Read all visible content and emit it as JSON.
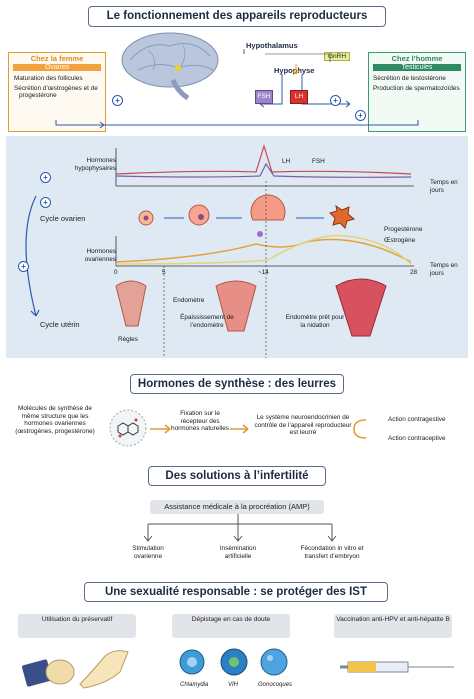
{
  "section1": {
    "title": "Le fonctionnement des appareils reproducteurs",
    "femme_header": "Chez la femme",
    "ovaires": "Ovaires",
    "femme_items": [
      "Maturation des follicules",
      "Sécrétion d’œstrogènes et de progestérone"
    ],
    "homme_header": "Chez l’homme",
    "testicules": "Testicules",
    "homme_items": [
      "Sécrétion de testostérone",
      "Production de spermatozoïdes"
    ],
    "hypothalamus": "Hypothalamus",
    "gnrh": "GnRH",
    "hypophyse": "Hypophyse",
    "fsh": "FSH",
    "lh": "LH"
  },
  "cycle": {
    "hormones_hypophysaires": "Hormones hypophysaires",
    "lh_label": "LH",
    "fsh_label": "FSH",
    "temps_label": "Temps en jours",
    "cycle_ovarien": "Cycle ovarien",
    "progesterone": "Progestérone",
    "oestrogene": "Œstrogène",
    "hormones_ovariennes": "Hormones ovariennes",
    "ticks": [
      "0",
      "5",
      "~14",
      "28"
    ],
    "cycle_uterin": "Cycle utérin",
    "endometre": "Endomètre",
    "epaississement": "Épaississement de l’endomètre",
    "endometre_pret": "Endomètre prêt pour la nidation",
    "regles": "Règles"
  },
  "section2": {
    "title": "Hormones de synthèse : des leurres",
    "molecules": "Molécules de synthèse de même structure que les hormones ovariennes (œstrogènes, progestérone)",
    "fixation": "Fixation sur le récepteur des hormones naturelles",
    "systeme": "Le système neuroendocrinien de contrôle de l’appareil reproducteur est leurré",
    "action1": "Action contragestive",
    "action2": "Action contraceptive"
  },
  "section3": {
    "title": "Des solutions à l’infertilité",
    "amp": "Assistance médicale à la procréation (AMP)",
    "items": [
      "Stimulation ovarienne",
      "Insémination artificielle",
      "Fécondation in vitro et transfert d’embryon"
    ]
  },
  "section4": {
    "title": "Une sexualité responsable : se protéger des IST",
    "items": [
      "Utilisation du préservatif",
      "Dépistage en cas de doute",
      "Vaccination anti-HPV et anti-hépatite B"
    ],
    "microbes": [
      "Chlamydia",
      "VIH",
      "Gonocoques"
    ]
  }
}
